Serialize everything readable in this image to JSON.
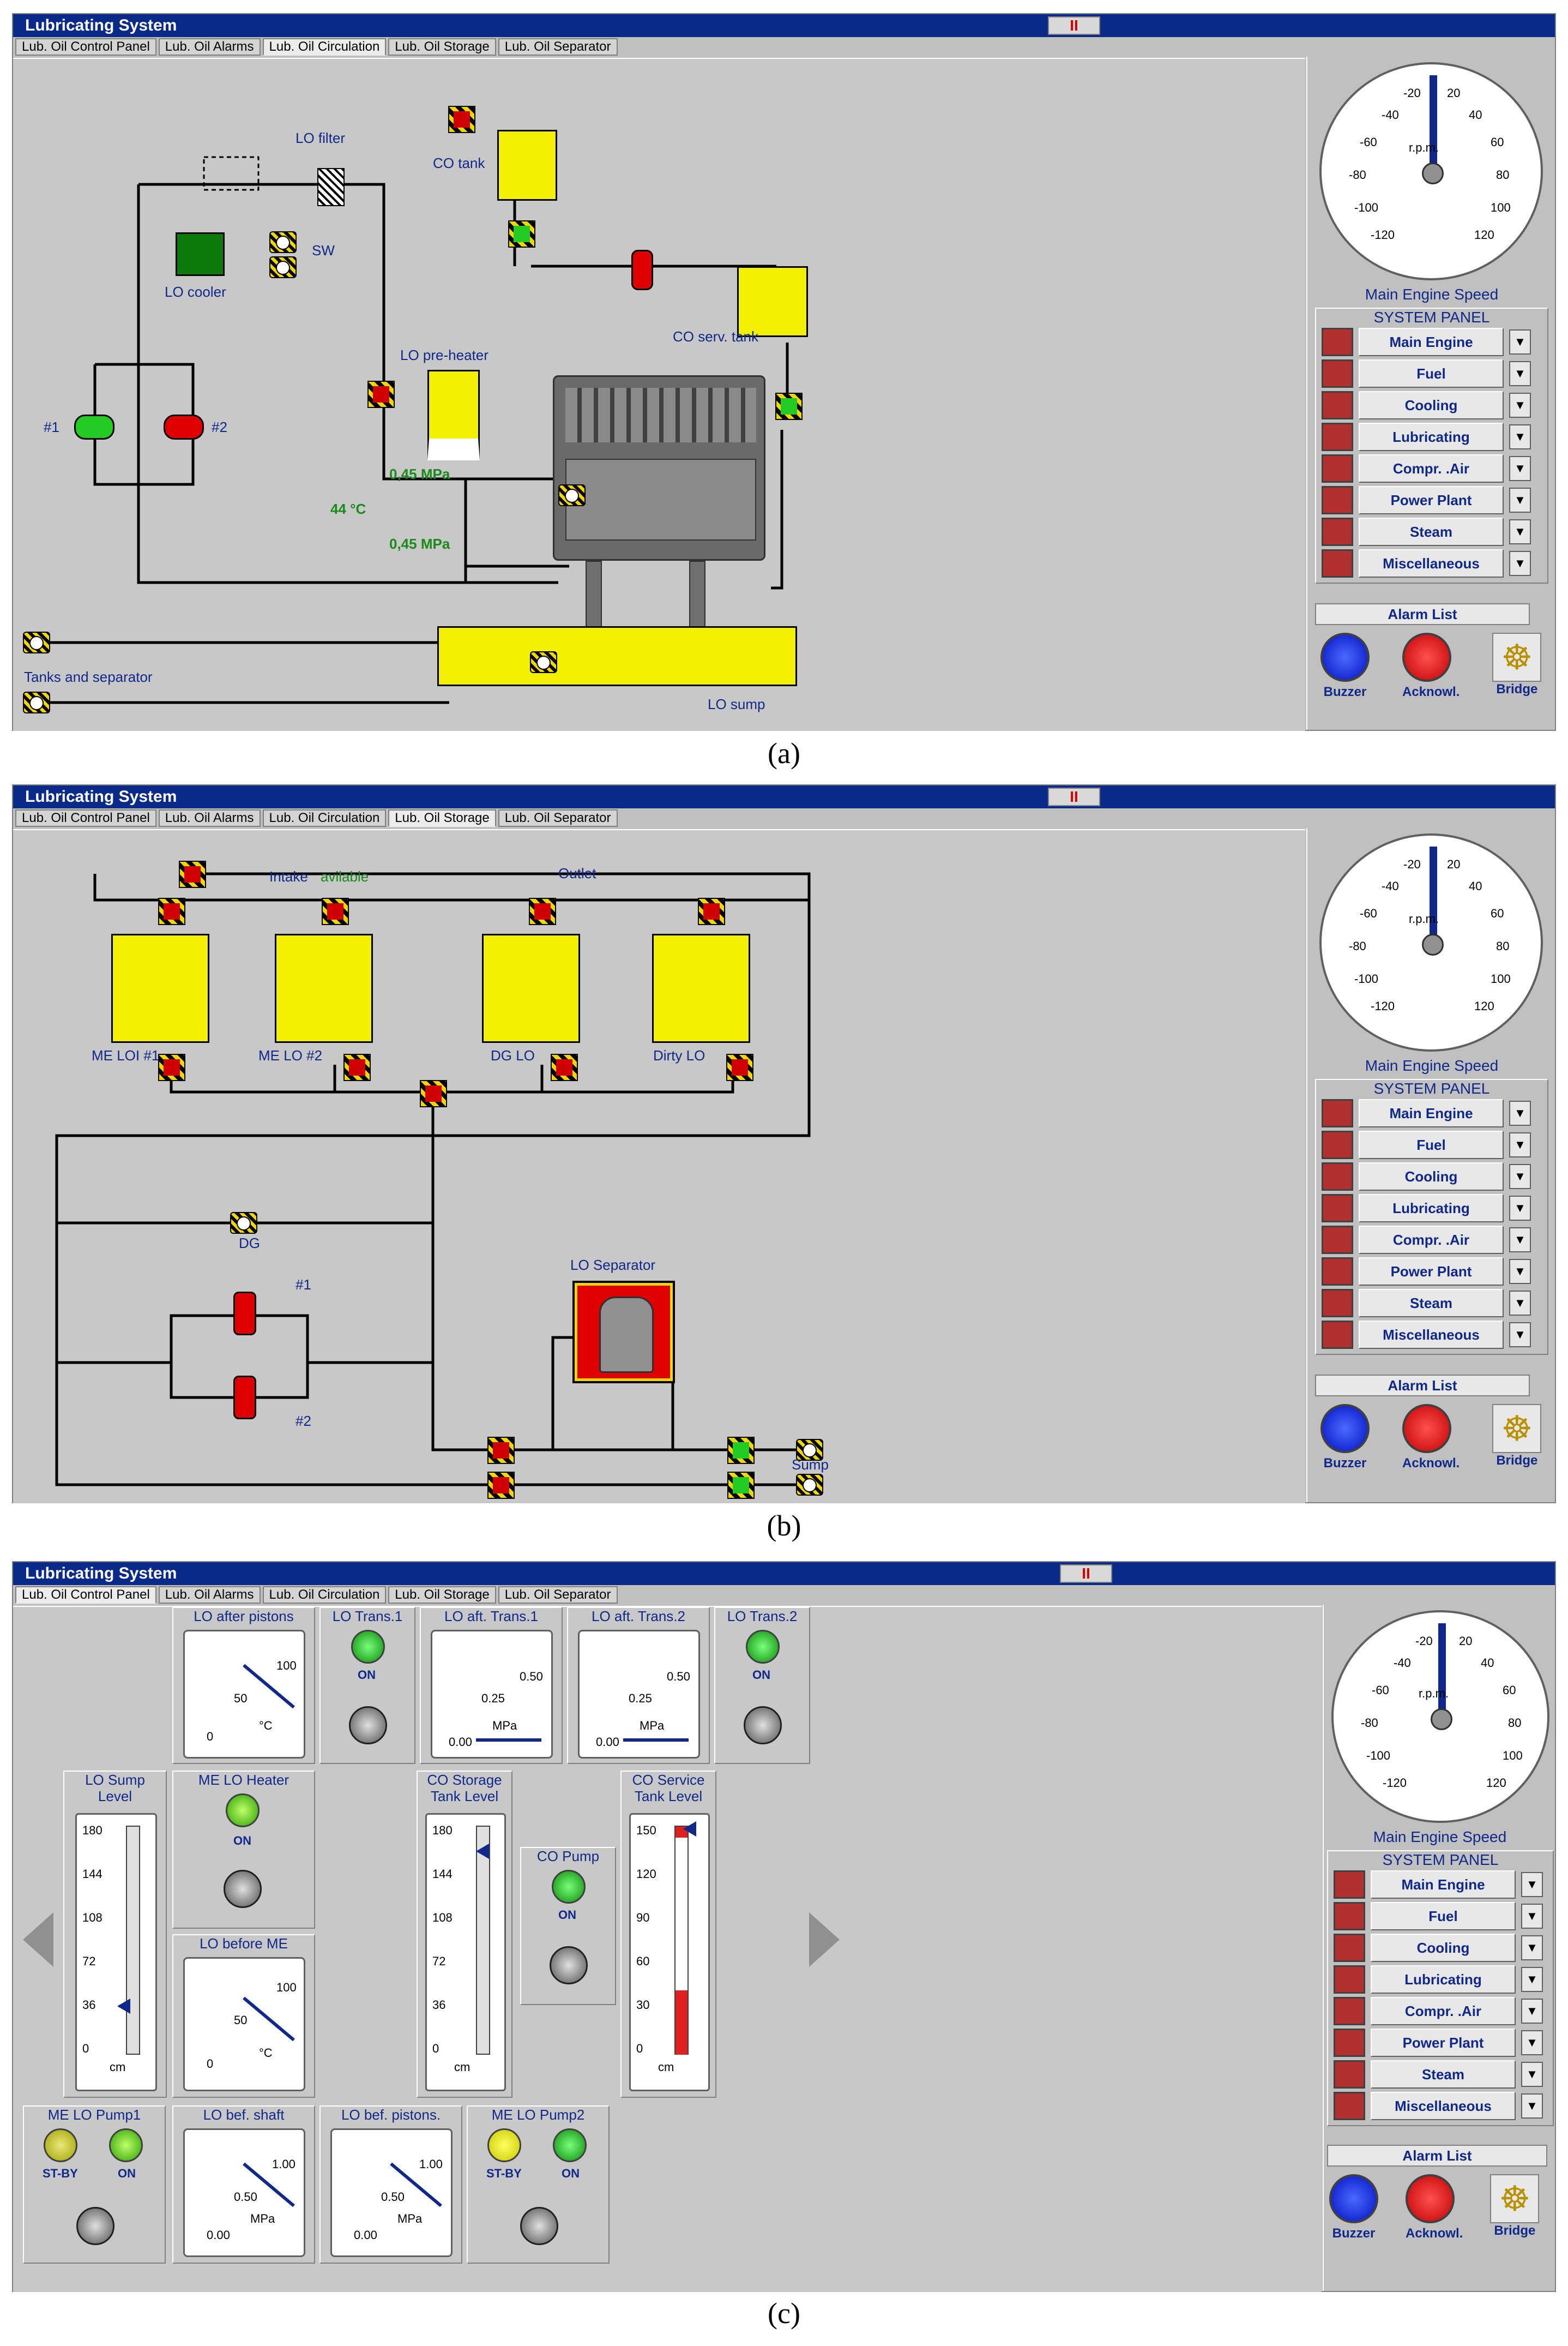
{
  "panels": [
    {
      "id": "a",
      "title": "Lubricating System",
      "tabs": [
        "Lub. Oil Control Panel",
        "Lub. Oil Alarms",
        "Lub. Oil Circulation",
        "Lub. Oil Storage",
        "Lub. Oil Separator"
      ],
      "active_tab": "Lub. Oil Circulation",
      "labels": {
        "lo_filter": "LO filter",
        "co_tank": "CO tank",
        "sw": "SW",
        "lo_cooler": "LO cooler",
        "co_serv_tank": "CO serv. tank",
        "lo_preheater": "LO pre-heater",
        "pump1": "#1",
        "pump2": "#2",
        "pressure1": "0,45 MPa",
        "temp": "44 °C",
        "pressure2": "0,45 MPa",
        "tanks_sep": "Tanks and separator",
        "lo_sump": "LO sump"
      },
      "caption": "(a)"
    },
    {
      "id": "b",
      "title": "Lubricating System",
      "tabs": [
        "Lub. Oil Control Panel",
        "Lub. Oil Alarms",
        "Lub. Oil Circulation",
        "Lub. Oil Storage",
        "Lub. Oil Separator"
      ],
      "active_tab": "Lub. Oil Storage",
      "labels": {
        "intake": "Intake",
        "avilable": "avilable",
        "outlet": "Outlet",
        "me_lo1": "ME LOI #1",
        "me_lo2": "ME LO #2",
        "dg_lo": "DG LO",
        "dirty_lo": "Dirty LO",
        "dg": "DG",
        "lo_separator": "LO Separator",
        "p1": "#1",
        "p2": "#2",
        "sump": "Sump"
      },
      "caption": "(b)"
    },
    {
      "id": "c",
      "title": "Lubricating System",
      "tabs": [
        "Lub. Oil Control Panel",
        "Lub. Oil Alarms",
        "Lub. Oil Circulation",
        "Lub. Oil Storage",
        "Lub. Oil Separator"
      ],
      "active_tab": "Lub. Oil Control Panel",
      "gauges": {
        "lo_after_pistons": {
          "title": "LO after pistons",
          "ticks": [
            "0",
            "50",
            "100"
          ],
          "unit": "°C"
        },
        "lo_trans1": {
          "title": "LO Trans.1",
          "state": "ON"
        },
        "lo_aft_trans1": {
          "title": "LO aft. Trans.1",
          "ticks": [
            "0.00",
            "0.25",
            "0.50"
          ],
          "unit": "MPa"
        },
        "lo_aft_trans2": {
          "title": "LO aft. Trans.2",
          "ticks": [
            "0.00",
            "0.25",
            "0.50"
          ],
          "unit": "MPa"
        },
        "lo_trans2": {
          "title": "LO Trans.2",
          "state": "ON"
        },
        "lo_sump_level": {
          "title": "LO Sump Level",
          "ticks": [
            "180",
            "144",
            "108",
            "72",
            "36",
            "0"
          ],
          "unit": "cm",
          "level": 38
        },
        "me_lo_heater": {
          "title": "ME LO Heater",
          "state": "ON"
        },
        "lo_before_me": {
          "title": "LO before ME",
          "ticks": [
            "0",
            "50",
            "100"
          ],
          "unit": "°C"
        },
        "co_storage_level": {
          "title": "CO Storage Tank Level",
          "ticks": [
            "180",
            "144",
            "108",
            "72",
            "36",
            "0"
          ],
          "unit": "cm",
          "level": 160
        },
        "co_pump": {
          "title": "CO Pump",
          "state": "ON"
        },
        "co_service_level": {
          "title": "CO Service Tank Level",
          "ticks": [
            "150",
            "120",
            "90",
            "60",
            "30",
            "0"
          ],
          "unit": "cm",
          "level": 148
        },
        "me_lo_pump1": {
          "title": "ME LO Pump1",
          "state1": "ST-BY",
          "state2": "ON"
        },
        "lo_bef_shaft": {
          "title": "LO bef. shaft",
          "ticks": [
            "0.00",
            "0.50",
            "1.00"
          ],
          "unit": "MPa"
        },
        "lo_bef_pistons": {
          "title": "LO bef. pistons.",
          "ticks": [
            "0.00",
            "0.50",
            "1.00"
          ],
          "unit": "MPa"
        },
        "me_lo_pump2": {
          "title": "ME LO Pump2",
          "state1": "ST-BY",
          "state2": "ON"
        }
      },
      "caption": "(c)"
    }
  ],
  "side": {
    "speed_ticks": [
      "-20",
      "20",
      "-40",
      "40",
      "-60",
      "60",
      "-80",
      "80",
      "-100",
      "100",
      "-120",
      "120"
    ],
    "rpm_unit": "r.p.m.",
    "speed_label": "Main Engine Speed",
    "system_panel": "SYSTEM PANEL",
    "buttons": [
      "Main Engine",
      "Fuel",
      "Cooling",
      "Lubricating",
      "Compr. .Air",
      "Power Plant",
      "Steam",
      "Miscellaneous"
    ],
    "alarm_list": "Alarm List",
    "buzzer": "Buzzer",
    "acknowl": "Acknowl.",
    "bridge": "Bridge",
    "pause_label": "II"
  },
  "colors": {
    "title_bar": "#0a2a8a",
    "tank_yellow": "#f2ef00",
    "valve_red": "#d00000",
    "valve_green": "#22cc22"
  }
}
